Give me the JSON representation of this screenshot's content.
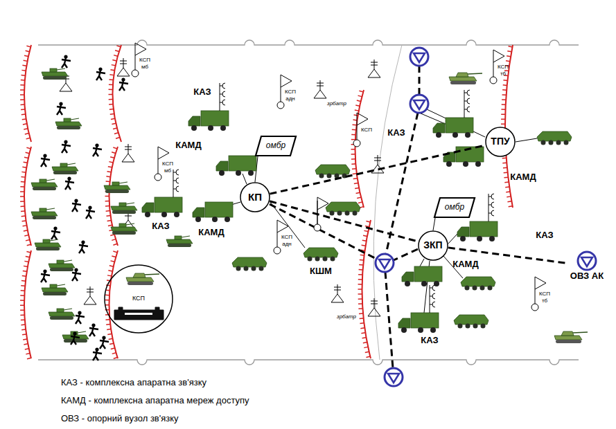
{
  "diagram": {
    "nodes": [
      {
        "text": [
          "омбр"
        ]
      },
      {
        "text": [
          "КП"
        ]
      },
      {
        "text": [
          "ТПУ"
        ]
      },
      {
        "text": [
          "омбр"
        ]
      },
      {
        "text": [
          "ЗКП"
        ]
      },
      {
        "text": [
          "ОВЗ АК"
        ]
      },
      {
        "text": [
          "КСП"
        ]
      }
    ],
    "edges": [
      {
        "from": 1,
        "to": 2,
        "arrow": "none"
      },
      {
        "from": 1,
        "to": 4,
        "arrow": "none"
      },
      {
        "from": 4,
        "to": 5,
        "arrow": "none"
      }
    ],
    "labels": [
      "КСП",
      "мб",
      "КАЗ",
      "КСП",
      "адн",
      "зрбатр",
      "КАМД",
      "КСП",
      "мб",
      "КАЗ",
      "КАМД",
      "КСП",
      "адн",
      "КШМ",
      "КСП",
      "КАЗ",
      "КСП",
      "тб",
      "КАМД",
      "КАЗ",
      "КАМД",
      "КСП",
      "тб",
      "зрбатр",
      "КАЗ"
    ],
    "legend": [
      {
        "text": "КАЗ - комплексна апаратна зв'язку"
      },
      {
        "text": "КАМД - комплексна апаратна мереж доступу"
      },
      {
        "text": "ОВЗ - опорний вузол зв'язку"
      }
    ]
  }
}
